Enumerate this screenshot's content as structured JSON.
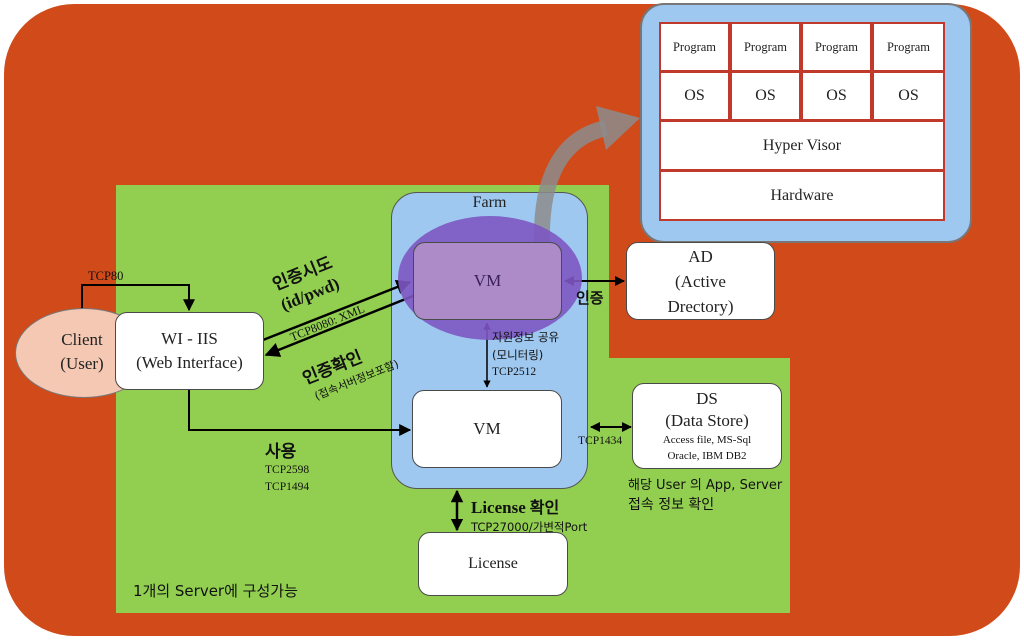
{
  "farm": {
    "label": "Farm"
  },
  "vm_top": {
    "label": "VM"
  },
  "vm_bottom": {
    "label": "VM"
  },
  "client": {
    "line1": "Client",
    "line2": "(User)"
  },
  "wi": {
    "line1": "WI - IIS",
    "line2": "(Web Interface)"
  },
  "ad": {
    "line1": "AD",
    "line2": "(Active",
    "line3": "Drectory)"
  },
  "ds": {
    "line1": "DS",
    "line2": "(Data Store)",
    "line3": "Access file, MS-Sql",
    "line4": "Oracle, IBM DB2"
  },
  "license_box": {
    "label": "License"
  },
  "hypervisor_stack": {
    "programs": [
      "Program",
      "Program",
      "Program",
      "Program"
    ],
    "oses": [
      "OS",
      "OS",
      "OS",
      "OS"
    ],
    "hypervisor": "Hyper Visor",
    "hardware": "Hardware"
  },
  "labels": {
    "tcp80": "TCP80",
    "auth_try": "인증시도",
    "auth_try_id": "(id/pwd)",
    "auth_try_port": "TCP8080: XML",
    "auth_ok": "인증확인",
    "auth_ok_sub": "(접속서버정보포함)",
    "use": "사용",
    "use_port1": "TCP2598",
    "use_port2": "TCP1494",
    "share_line1": "자원정보 공유",
    "share_line2": "(모니터링)",
    "share_port": "TCP2512",
    "auth": "인증",
    "ds_port": "TCP1434",
    "ds_note1": "해당 User 의 App, Server",
    "ds_note2": "접속 정보 확인",
    "license_check_en": "License",
    "license_check_kr": "확인",
    "license_port": "TCP27000/가변적Port",
    "bottom_note": "1개의 Server에 구성가능"
  }
}
